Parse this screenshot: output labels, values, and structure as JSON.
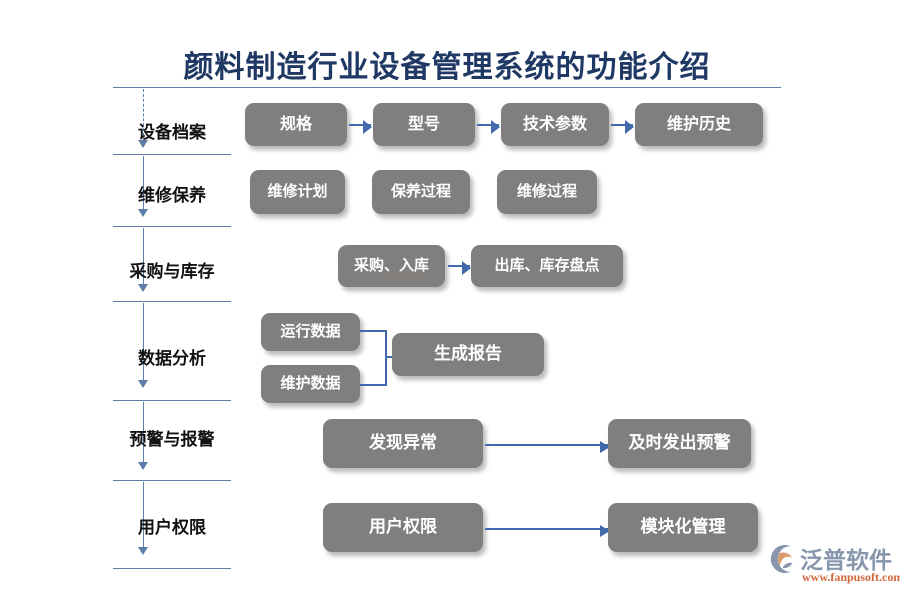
{
  "title": "颜料制造行业设备管理系统的功能介绍",
  "colors": {
    "title_navy": "#1f3864",
    "spine_blue": "#5b7da8",
    "arrow_blue": "#4169ab",
    "node_grey": "#7f7f7f",
    "node_text": "#ffffff",
    "logo_grey_blue": "#8796ad",
    "logo_orange": "#d4663c"
  },
  "stages": [
    {
      "label": "设备档案",
      "nodes": [
        "规格",
        "型号",
        "技术参数",
        "维护历史"
      ],
      "connector": "chain-arrows"
    },
    {
      "label": "维修保养",
      "nodes": [
        "维修计划",
        "保养过程",
        "维修过程"
      ],
      "connector": "none"
    },
    {
      "label": "采购与库存",
      "nodes": [
        "采购、入库",
        "出库、库存盘点"
      ],
      "connector": "chain-arrows"
    },
    {
      "label": "数据分析",
      "nodes": [
        "运行数据",
        "维护数据",
        "生成报告"
      ],
      "connector": "merge-bracket"
    },
    {
      "label": "预警与报警",
      "nodes": [
        "发现异常",
        "及时发出预警"
      ],
      "connector": "long-arrow"
    },
    {
      "label": "用户权限",
      "nodes": [
        "用户权限",
        "模块化管理"
      ],
      "connector": "long-arrow"
    }
  ],
  "watermark": {
    "text": "泛普软件"
  },
  "logo": {
    "name": "泛普软件",
    "url": "www.fanpusoft.com"
  }
}
